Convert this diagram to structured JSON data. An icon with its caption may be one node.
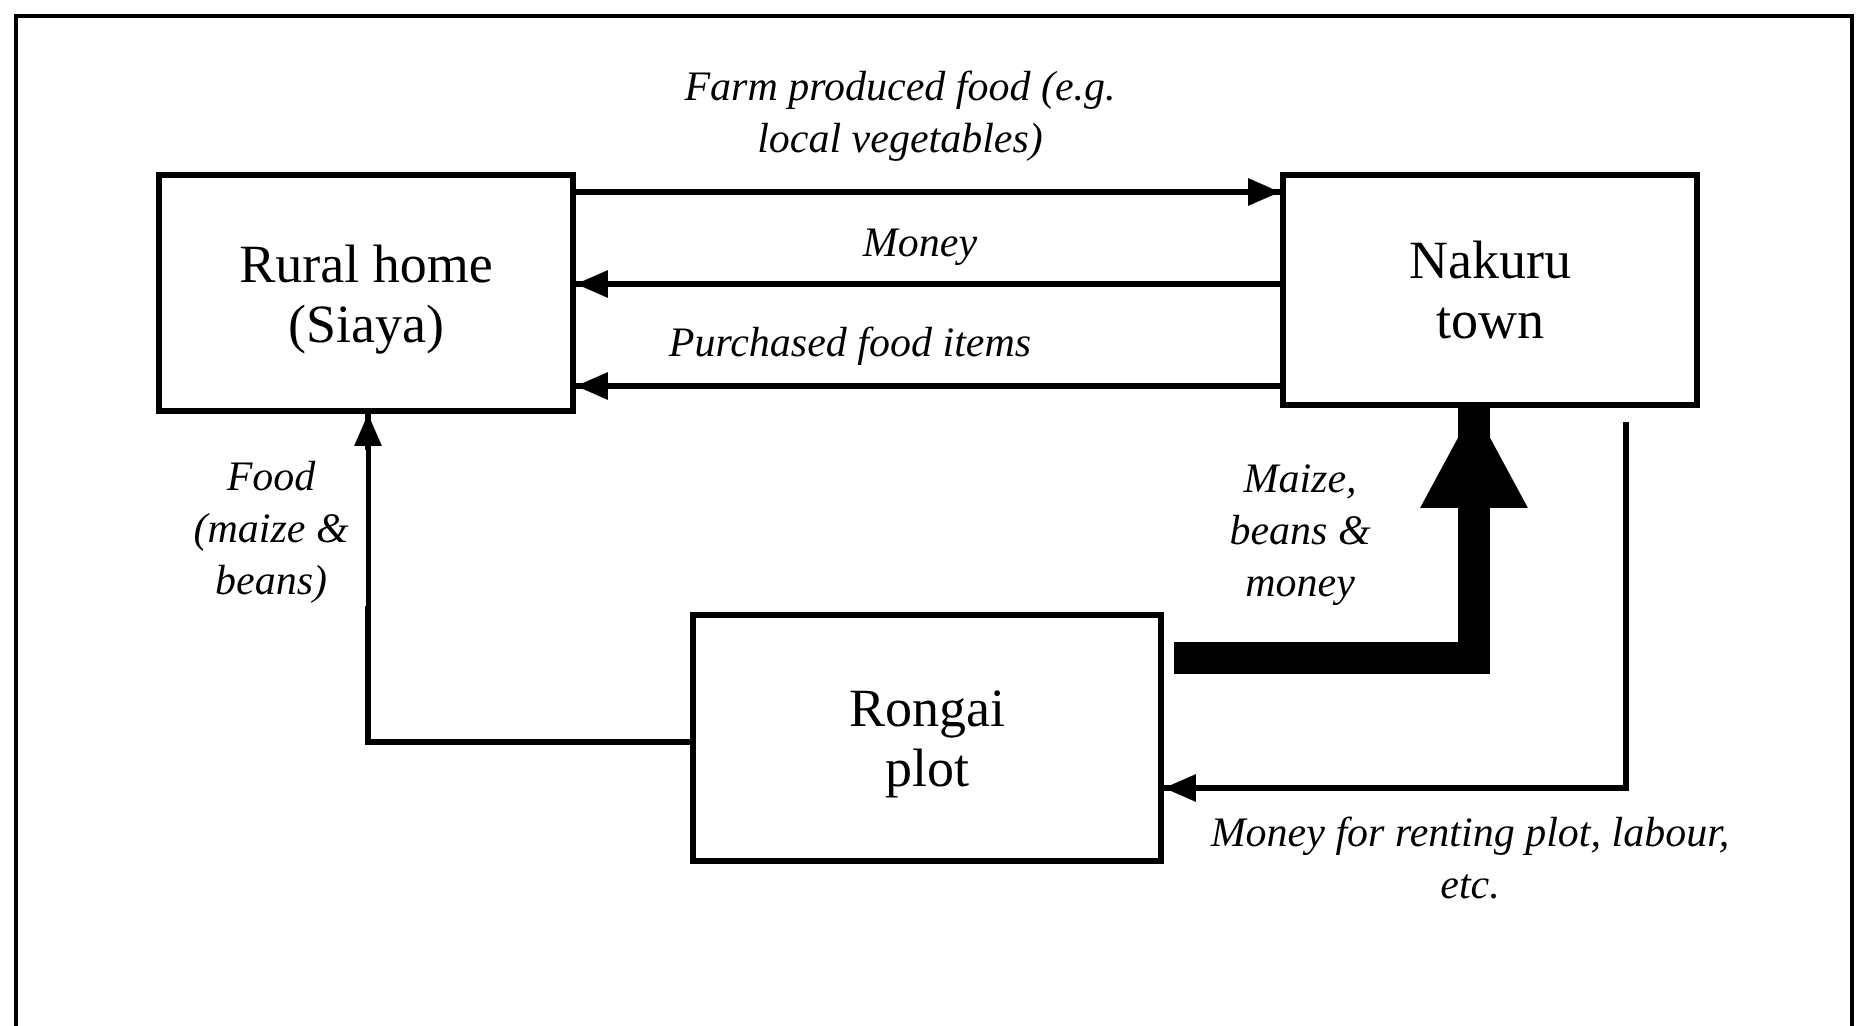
{
  "diagram": {
    "nodes": [
      {
        "text": [
          "Rural home (Siaya)"
        ]
      },
      {
        "text": [
          "Nakuru town"
        ]
      },
      {
        "text": [
          "Rongai plot"
        ]
      }
    ],
    "edges": [
      {
        "from": 0,
        "to": 1,
        "arrow": "to",
        "label": "Farm produced food (e.g. local vegetables)"
      },
      {
        "from": 1,
        "to": 0,
        "arrow": "to",
        "label": "Money"
      },
      {
        "from": 1,
        "to": 0,
        "arrow": "to",
        "label": "Purchased food items"
      },
      {
        "from": 2,
        "to": 0,
        "arrow": "to",
        "label": "Food (maize & beans)"
      },
      {
        "from": 2,
        "to": 1,
        "arrow": "to",
        "label": "Maize, beans & money",
        "style": "thick"
      },
      {
        "from": 1,
        "to": 2,
        "arrow": "to",
        "label": "Money for renting plot, labour, etc."
      }
    ]
  }
}
